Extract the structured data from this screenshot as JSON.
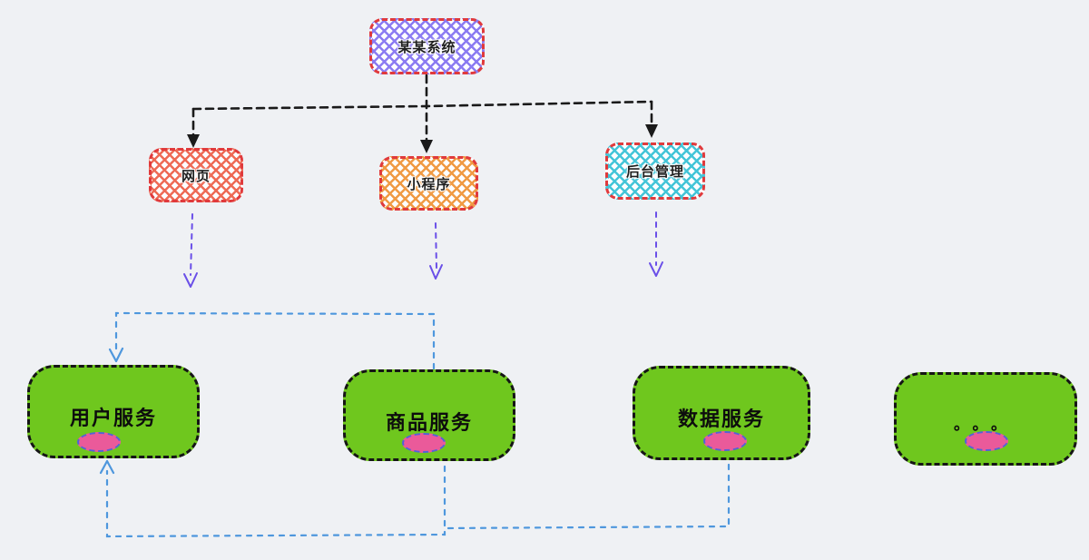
{
  "diagram": {
    "title_hint": "system architecture flowchart",
    "background_color": "#eff1f4",
    "root": {
      "label": "某某系统",
      "fill_color": "#8b7bf2",
      "border_color": "#e03a3c"
    },
    "clients": [
      {
        "id": "web",
        "label": "网页",
        "fill_color": "#ee6a55",
        "border_color": "#e03a3c"
      },
      {
        "id": "mini-program",
        "label": "小程序",
        "fill_color": "#f09a43",
        "border_color": "#e03a3c"
      },
      {
        "id": "admin",
        "label": "后台管理",
        "fill_color": "#43c5d8",
        "border_color": "#e03a3c"
      }
    ],
    "services": [
      {
        "id": "user-service",
        "label": "用户服务"
      },
      {
        "id": "product-service",
        "label": "商品服务"
      },
      {
        "id": "data-service",
        "label": "数据服务"
      },
      {
        "id": "more-services",
        "label": "。。。"
      }
    ],
    "service_style": {
      "fill_color": "#6fc71e",
      "border_color": "#151515"
    },
    "database_style": {
      "fill_color": "#ea5a9a",
      "border_color": "#5560d8"
    },
    "arrows": {
      "hierarchy_color": "#1a1a1a",
      "client_drop_color": "#6a4fe8",
      "service_link_color": "#4e97dd",
      "links": [
        {
          "from": "某某系统",
          "to": "网页"
        },
        {
          "from": "某某系统",
          "to": "小程序"
        },
        {
          "from": "某某系统",
          "to": "后台管理"
        },
        {
          "from": "网页",
          "to": ""
        },
        {
          "from": "小程序",
          "to": ""
        },
        {
          "from": "后台管理",
          "to": ""
        },
        {
          "from": "商品服务",
          "to": "用户服务",
          "route": "top"
        },
        {
          "from": "商品服务",
          "to": "用户服务",
          "route": "bottom"
        },
        {
          "from": "数据服务",
          "to": "用户服务",
          "route": "bottom"
        }
      ]
    }
  }
}
